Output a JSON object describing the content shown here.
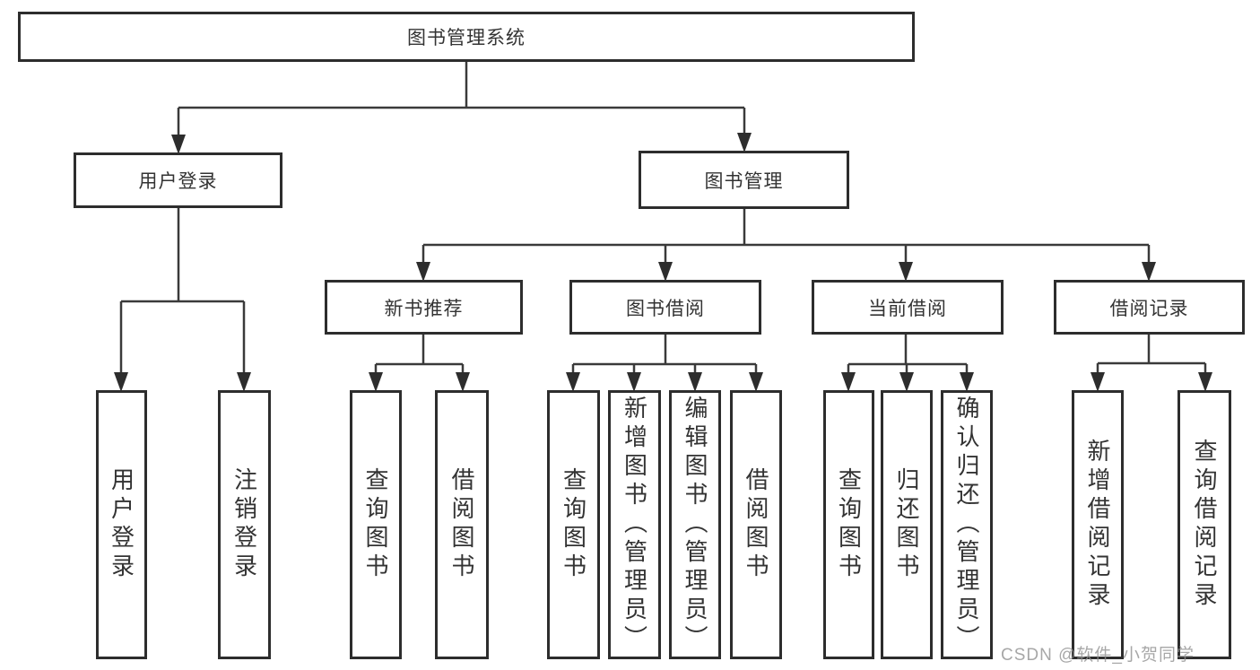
{
  "diagram": {
    "title": "图书管理系统",
    "type": "function-structure-tree",
    "nodes": {
      "root": {
        "label": "图书管理系统"
      },
      "user_login": {
        "label": "用户登录"
      },
      "book_mgmt": {
        "label": "图书管理"
      },
      "new_book_rec": {
        "label": "新书推荐"
      },
      "book_borrow": {
        "label": "图书借阅"
      },
      "current_borrow": {
        "label": "当前借阅"
      },
      "borrow_record": {
        "label": "借阅记录"
      },
      "leaf_user_login": {
        "label": "用户登录"
      },
      "leaf_logout": {
        "label": "注销登录"
      },
      "leaf_query_book_1": {
        "label": "查询图书"
      },
      "leaf_borrow_book_1": {
        "label": "借阅图书"
      },
      "leaf_query_book_2": {
        "label": "查询图书"
      },
      "leaf_add_book": {
        "label": "新增图书（管理员）"
      },
      "leaf_edit_book": {
        "label": "编辑图书（管理员）"
      },
      "leaf_borrow_book_2": {
        "label": "借阅图书"
      },
      "leaf_query_book_3": {
        "label": "查询图书"
      },
      "leaf_return_book": {
        "label": "归还图书"
      },
      "leaf_confirm_return": {
        "label": "确认归还（管理员）"
      },
      "leaf_add_record": {
        "label": "新增借阅记录"
      },
      "leaf_query_record": {
        "label": "查询借阅记录"
      }
    },
    "hierarchy": {
      "图书管理系统": {
        "用户登录": [
          "用户登录",
          "注销登录"
        ],
        "图书管理": {
          "新书推荐": [
            "查询图书",
            "借阅图书"
          ],
          "图书借阅": [
            "查询图书",
            "新增图书（管理员）",
            "编辑图书（管理员）",
            "借阅图书"
          ],
          "当前借阅": [
            "查询图书",
            "归还图书",
            "确认归还（管理员）"
          ],
          "借阅记录": [
            "新增借阅记录",
            "查询借阅记录"
          ]
        }
      }
    }
  },
  "watermark": {
    "text": "CSDN @软件_小贺同学"
  },
  "colors": {
    "background": "#ffffff",
    "box_border": "#2d2d2d",
    "connector": "#3a3a3a",
    "text": "#333333",
    "watermark_text": "#919191"
  }
}
